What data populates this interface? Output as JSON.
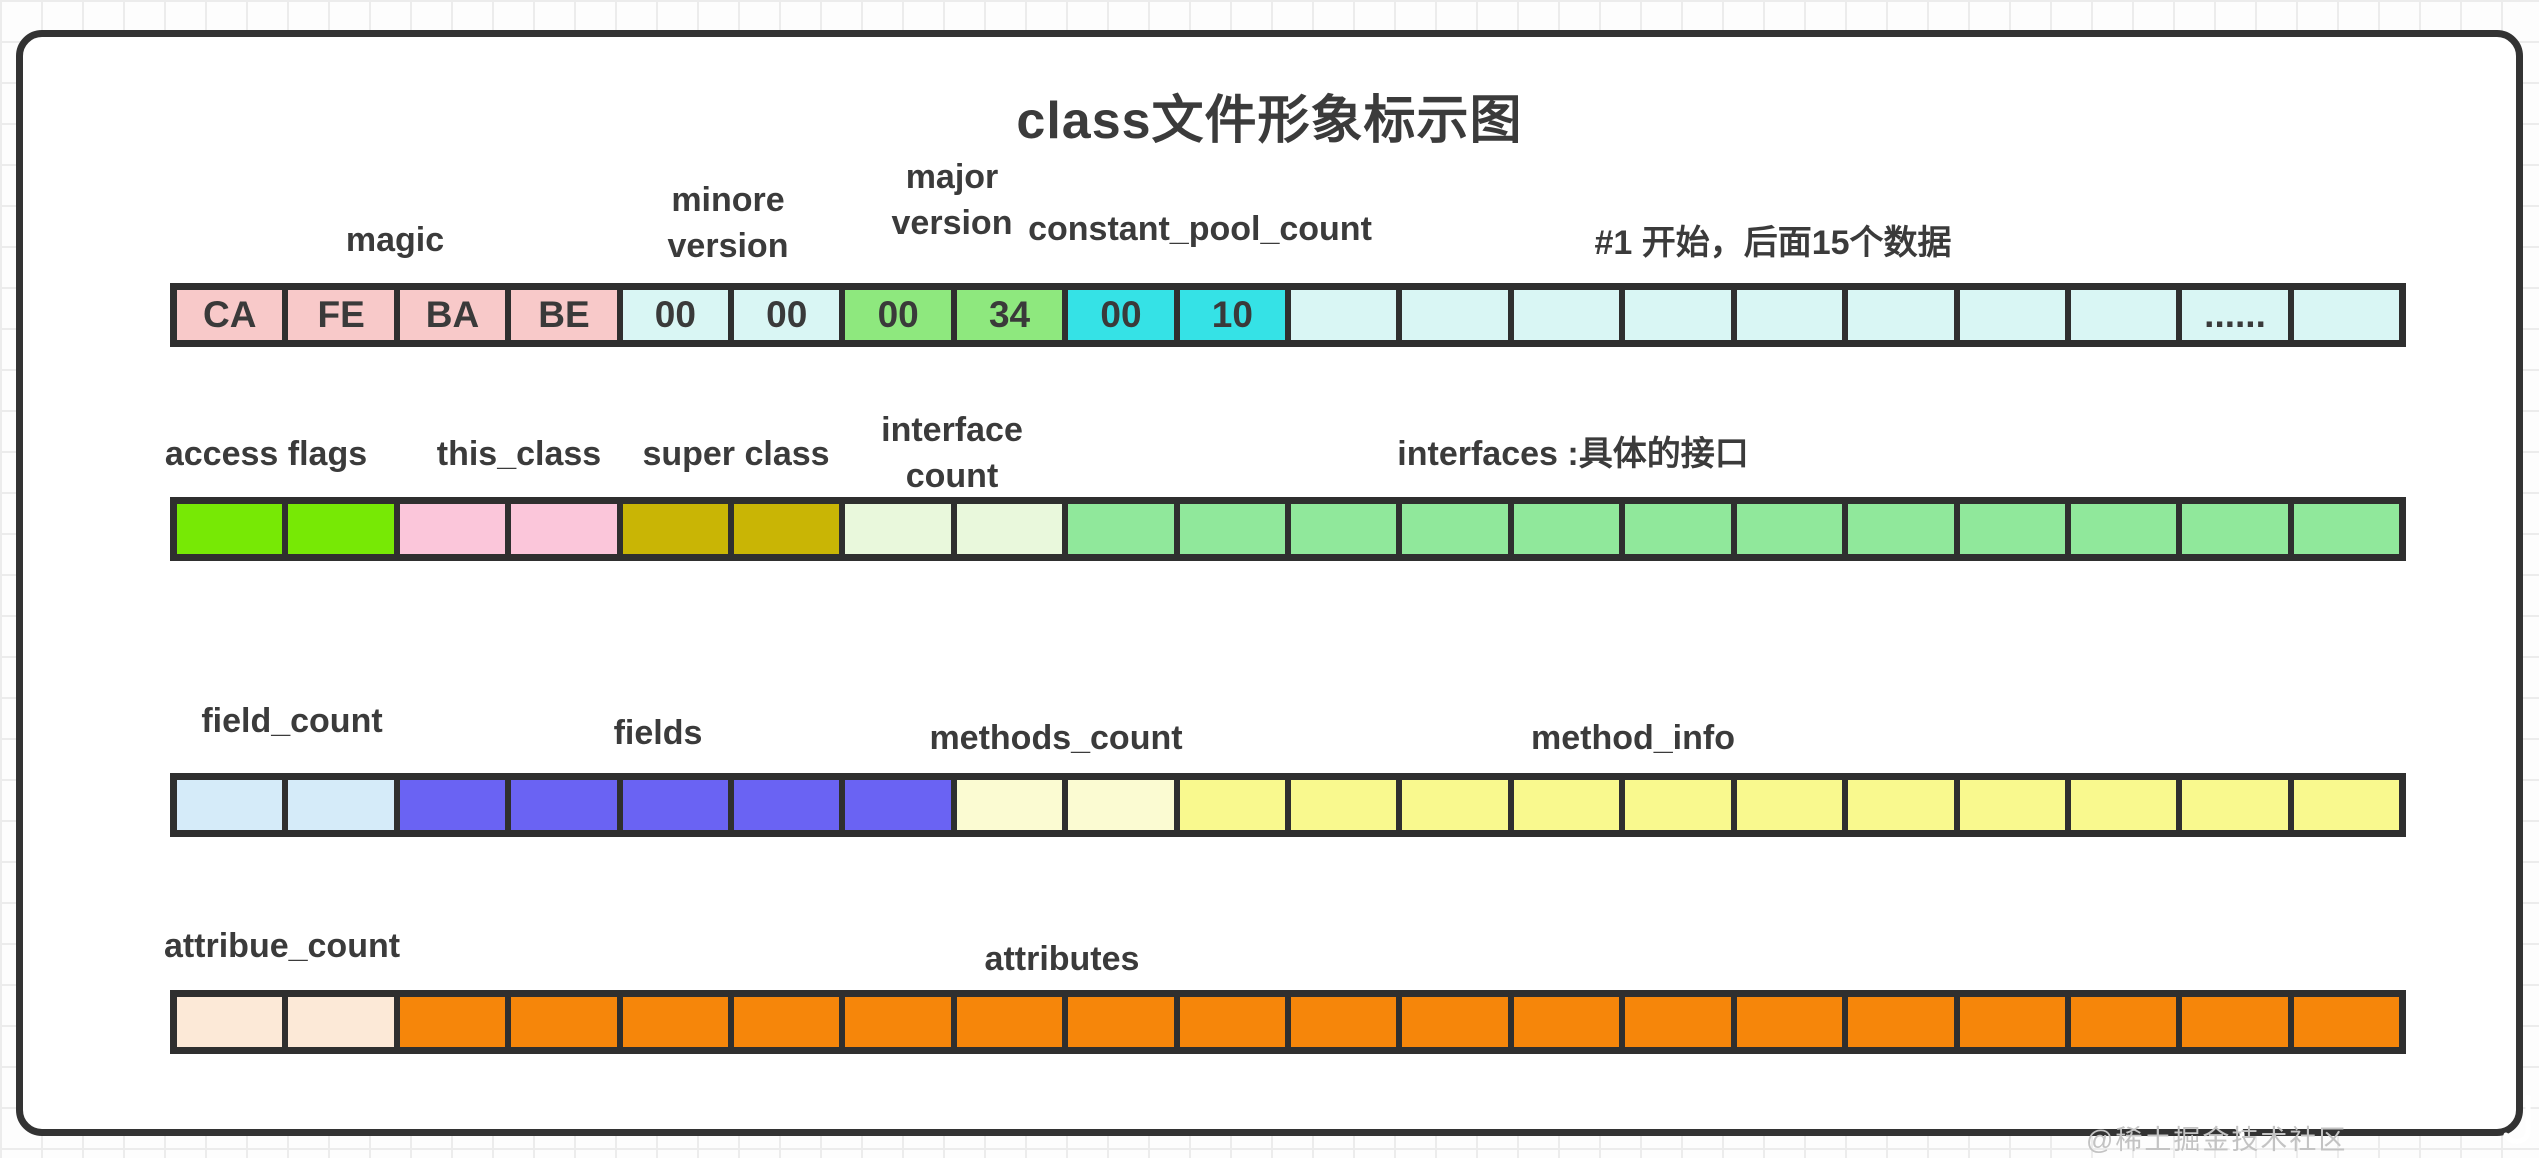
{
  "title": "class文件形象标示图",
  "watermark": "@稀土掘金技术社区",
  "colors": {
    "salmon_pink": "#f8c9c9",
    "pale_cyan": "#d9f6f4",
    "light_green": "#8ee87e",
    "bright_cyan": "#35e2e6",
    "chartreuse": "#77e905",
    "light_pink": "#fbc6da",
    "olive": "#c9b505",
    "pale_green": "#e9f8dc",
    "medium_green": "#90e89b",
    "light_blue": "#d5ebf9",
    "indigo_blue": "#6a63f3",
    "cream": "#fbfbd2",
    "light_yellow": "#f9f98e",
    "peach": "#fce9d7",
    "orange": "#f6860a",
    "cell_border": "#2f2f2f",
    "text": "#3b3b3b",
    "watermark_gray": "#c3c3c3"
  },
  "labels": {
    "magic": "magic",
    "minor_version": "minore\nversion",
    "major_version": "major\nversion",
    "constant_pool_count": "constant_pool_count",
    "constant_pool_note": "#1 开始，后面15个数据",
    "access_flags": "access flags",
    "this_class": "this_class",
    "super_class": "super class",
    "interface_count": "interface\ncount",
    "interfaces": "interfaces :具体的接口",
    "field_count": "field_count",
    "fields": "fields",
    "methods_count": "methods_count",
    "method_info": "method_info",
    "attribute_count": "attribue_count",
    "attributes": "attributes"
  },
  "rows": [
    {
      "name": "header-and-constant-pool",
      "cells": [
        {
          "t": "CA",
          "c": "salmon_pink"
        },
        {
          "t": "FE",
          "c": "salmon_pink"
        },
        {
          "t": "BA",
          "c": "salmon_pink"
        },
        {
          "t": "BE",
          "c": "salmon_pink"
        },
        {
          "t": "00",
          "c": "pale_cyan"
        },
        {
          "t": "00",
          "c": "pale_cyan"
        },
        {
          "t": "00",
          "c": "light_green"
        },
        {
          "t": "34",
          "c": "light_green"
        },
        {
          "t": "00",
          "c": "bright_cyan"
        },
        {
          "t": "10",
          "c": "bright_cyan"
        },
        {
          "t": "",
          "c": "pale_cyan"
        },
        {
          "t": "",
          "c": "pale_cyan"
        },
        {
          "t": "",
          "c": "pale_cyan"
        },
        {
          "t": "",
          "c": "pale_cyan"
        },
        {
          "t": "",
          "c": "pale_cyan"
        },
        {
          "t": "",
          "c": "pale_cyan"
        },
        {
          "t": "",
          "c": "pale_cyan"
        },
        {
          "t": "",
          "c": "pale_cyan"
        },
        {
          "t": "......",
          "c": "pale_cyan"
        },
        {
          "t": "",
          "c": "pale_cyan"
        }
      ]
    },
    {
      "name": "access-flags-and-interfaces",
      "cells": [
        {
          "t": "",
          "c": "chartreuse"
        },
        {
          "t": "",
          "c": "chartreuse"
        },
        {
          "t": "",
          "c": "light_pink"
        },
        {
          "t": "",
          "c": "light_pink"
        },
        {
          "t": "",
          "c": "olive"
        },
        {
          "t": "",
          "c": "olive"
        },
        {
          "t": "",
          "c": "pale_green"
        },
        {
          "t": "",
          "c": "pale_green"
        },
        {
          "t": "",
          "c": "medium_green"
        },
        {
          "t": "",
          "c": "medium_green"
        },
        {
          "t": "",
          "c": "medium_green"
        },
        {
          "t": "",
          "c": "medium_green"
        },
        {
          "t": "",
          "c": "medium_green"
        },
        {
          "t": "",
          "c": "medium_green"
        },
        {
          "t": "",
          "c": "medium_green"
        },
        {
          "t": "",
          "c": "medium_green"
        },
        {
          "t": "",
          "c": "medium_green"
        },
        {
          "t": "",
          "c": "medium_green"
        },
        {
          "t": "",
          "c": "medium_green"
        },
        {
          "t": "",
          "c": "medium_green"
        }
      ]
    },
    {
      "name": "fields-and-methods",
      "cells": [
        {
          "t": "",
          "c": "light_blue"
        },
        {
          "t": "",
          "c": "light_blue"
        },
        {
          "t": "",
          "c": "indigo_blue"
        },
        {
          "t": "",
          "c": "indigo_blue"
        },
        {
          "t": "",
          "c": "indigo_blue"
        },
        {
          "t": "",
          "c": "indigo_blue"
        },
        {
          "t": "",
          "c": "indigo_blue"
        },
        {
          "t": "",
          "c": "cream"
        },
        {
          "t": "",
          "c": "cream"
        },
        {
          "t": "",
          "c": "light_yellow"
        },
        {
          "t": "",
          "c": "light_yellow"
        },
        {
          "t": "",
          "c": "light_yellow"
        },
        {
          "t": "",
          "c": "light_yellow"
        },
        {
          "t": "",
          "c": "light_yellow"
        },
        {
          "t": "",
          "c": "light_yellow"
        },
        {
          "t": "",
          "c": "light_yellow"
        },
        {
          "t": "",
          "c": "light_yellow"
        },
        {
          "t": "",
          "c": "light_yellow"
        },
        {
          "t": "",
          "c": "light_yellow"
        },
        {
          "t": "",
          "c": "light_yellow"
        }
      ]
    },
    {
      "name": "attributes",
      "cells": [
        {
          "t": "",
          "c": "peach"
        },
        {
          "t": "",
          "c": "peach"
        },
        {
          "t": "",
          "c": "orange"
        },
        {
          "t": "",
          "c": "orange"
        },
        {
          "t": "",
          "c": "orange"
        },
        {
          "t": "",
          "c": "orange"
        },
        {
          "t": "",
          "c": "orange"
        },
        {
          "t": "",
          "c": "orange"
        },
        {
          "t": "",
          "c": "orange"
        },
        {
          "t": "",
          "c": "orange"
        },
        {
          "t": "",
          "c": "orange"
        },
        {
          "t": "",
          "c": "orange"
        },
        {
          "t": "",
          "c": "orange"
        },
        {
          "t": "",
          "c": "orange"
        },
        {
          "t": "",
          "c": "orange"
        },
        {
          "t": "",
          "c": "orange"
        },
        {
          "t": "",
          "c": "orange"
        },
        {
          "t": "",
          "c": "orange"
        },
        {
          "t": "",
          "c": "orange"
        },
        {
          "t": "",
          "c": "orange"
        }
      ]
    }
  ]
}
